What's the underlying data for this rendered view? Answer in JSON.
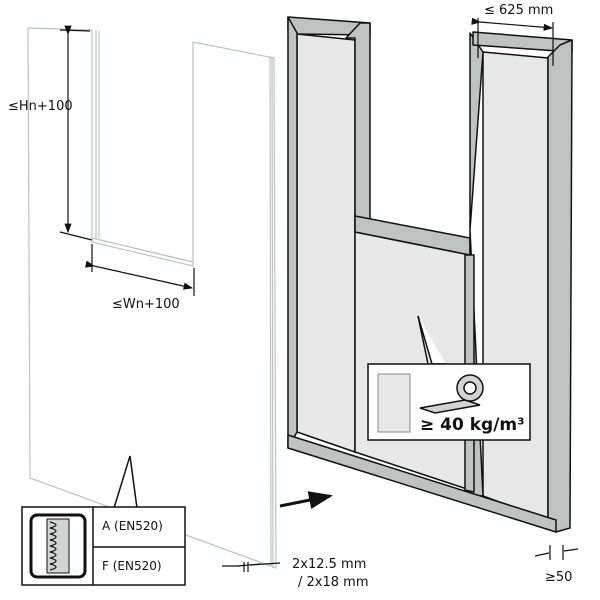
{
  "dimensions": {
    "max_height": "≤Hn+100",
    "max_width": "≤Wn+100",
    "stud_spacing": "≤ 625 mm",
    "board_thickness_line1": "2x12.5 mm",
    "board_thickness_line2": "/ 2x18 mm",
    "stud_depth": "≥50"
  },
  "insulation_callout": {
    "density": "≥ 40 kg/m³",
    "icon": "mineral-wool-roll-icon"
  },
  "fire_callout": {
    "icon": "insulated-wall-section-icon",
    "rows": [
      "A (EN520)",
      "F (EN520)"
    ]
  },
  "colors": {
    "profile": "#bcc3c1",
    "cavity": "#e6e8e7",
    "board_edge": "#b8c4c4",
    "ink": "#111111"
  }
}
